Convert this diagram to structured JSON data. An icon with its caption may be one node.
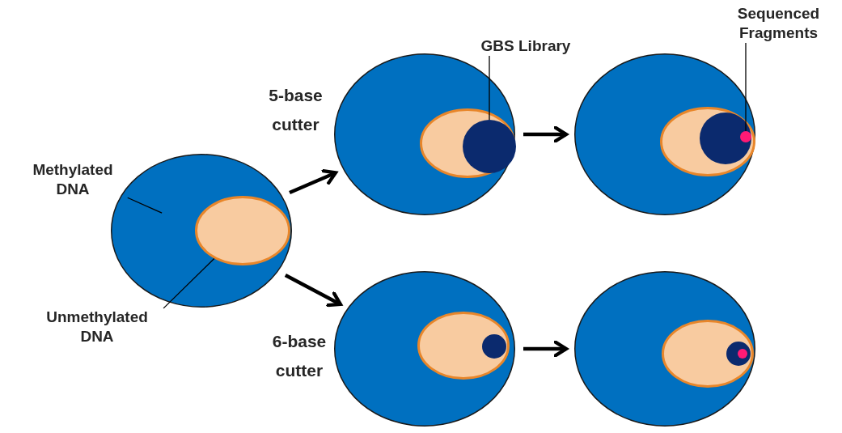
{
  "diagram": {
    "nodes": [
      {
        "text": [
          "Methylated DNA"
        ]
      },
      {
        "text": [
          "Unmethylated DNA"
        ]
      },
      {
        "text": [
          "GBS Library"
        ]
      },
      {
        "text": [
          "Sequenced Fragments"
        ]
      },
      {
        "text": [],
        "shape": "ellipse"
      },
      {
        "text": [],
        "shape": "ellipse",
        "in": 4
      },
      {
        "text": [],
        "shape": "ellipse"
      },
      {
        "text": [],
        "shape": "ellipse",
        "in": 6
      },
      {
        "text": [],
        "shape": "circle",
        "in": 7
      },
      {
        "text": [],
        "shape": "ellipse"
      },
      {
        "text": [],
        "shape": "ellipse",
        "in": 9
      },
      {
        "text": [],
        "shape": "circle",
        "in": 10
      },
      {
        "text": [],
        "shape": "circle",
        "in": 11
      },
      {
        "text": [],
        "shape": "ellipse"
      },
      {
        "text": [],
        "shape": "ellipse",
        "in": 13
      },
      {
        "text": [],
        "shape": "circle",
        "in": 14
      },
      {
        "text": [],
        "shape": "ellipse"
      },
      {
        "text": [],
        "shape": "ellipse",
        "in": 16
      },
      {
        "text": [],
        "shape": "circle",
        "in": 17
      },
      {
        "text": [],
        "shape": "circle",
        "in": 18
      }
    ],
    "edges": [
      {
        "from": 4,
        "to": 6,
        "arrow": "to",
        "label": "5-base cutter",
        "style": "thick"
      },
      {
        "from": 4,
        "to": 13,
        "arrow": "to",
        "label": "6-base cutter",
        "style": "thick"
      },
      {
        "from": 6,
        "to": 9,
        "arrow": "to",
        "style": "thick"
      },
      {
        "from": 13,
        "to": 16,
        "arrow": "to",
        "style": "thick"
      },
      {
        "from": 0,
        "to": 4,
        "arrow": "none"
      },
      {
        "from": 1,
        "to": 5,
        "arrow": "none"
      },
      {
        "from": 2,
        "to": 8,
        "arrow": "none"
      },
      {
        "from": 3,
        "to": 12,
        "arrow": "none"
      }
    ]
  }
}
